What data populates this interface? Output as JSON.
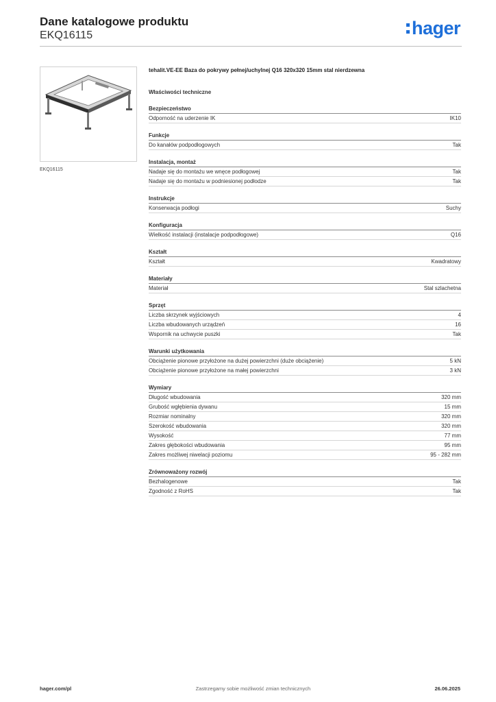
{
  "header": {
    "title": "Dane katalogowe produktu",
    "code": "EKQ16115",
    "logo_text": "hager",
    "brand_color": "#1e6fd9"
  },
  "product": {
    "image_caption": "EKQ16115",
    "title": "tehalit.VE-EE Baza do pokrywy pełnej/uchylnej Q16 320x320 15mm stal nierdzewna",
    "tech_heading": "Właściwości techniczne"
  },
  "sections": [
    {
      "title": "Bezpieczeństwo",
      "rows": [
        {
          "label": "Odporność na uderzenie IK",
          "value": "IK10"
        }
      ]
    },
    {
      "title": "Funkcje",
      "rows": [
        {
          "label": "Do kanałów podpodłogowych",
          "value": "Tak"
        }
      ]
    },
    {
      "title": "Instalacja, montaż",
      "rows": [
        {
          "label": "Nadaje się do montażu we wnęce podłogowej",
          "value": "Tak"
        },
        {
          "label": "Nadaje się do montażu w podniesionej podłodze",
          "value": "Tak"
        }
      ]
    },
    {
      "title": "Instrukcje",
      "rows": [
        {
          "label": "Konserwacja podłogi",
          "value": "Suchy"
        }
      ]
    },
    {
      "title": "Konfiguracja",
      "rows": [
        {
          "label": "Wielkość instalacji (instalacje podpodłogowe)",
          "value": "Q16"
        }
      ]
    },
    {
      "title": "Kształt",
      "rows": [
        {
          "label": "Kształt",
          "value": "Kwadratowy"
        }
      ]
    },
    {
      "title": "Materiały",
      "rows": [
        {
          "label": "Materiał",
          "value": "Stal szlachetna"
        }
      ]
    },
    {
      "title": "Sprzęt",
      "rows": [
        {
          "label": "Liczba skrzynek wyjściowych",
          "value": "4"
        },
        {
          "label": "Liczba wbudowanych urządzeń",
          "value": "16"
        },
        {
          "label": "Wspornik na uchwycie puszki",
          "value": "Tak"
        }
      ]
    },
    {
      "title": "Warunki użytkowania",
      "rows": [
        {
          "label": "Obciążenie pionowe przyłożone na dużej powierzchni (duże obciążenie)",
          "value": "5 kN"
        },
        {
          "label": "Obciążenie pionowe przyłożone na małej powierzchni",
          "value": "3 kN"
        }
      ]
    },
    {
      "title": "Wymiary",
      "rows": [
        {
          "label": "Długość wbudowania",
          "value": "320 mm"
        },
        {
          "label": "Grubość wgłębienia dywanu",
          "value": "15 mm"
        },
        {
          "label": "Rozmiar nominalny",
          "value": "320 mm"
        },
        {
          "label": "Szerokość wbudowania",
          "value": "320 mm"
        },
        {
          "label": "Wysokość",
          "value": "77 mm"
        },
        {
          "label": "Zakres głębokości wbudowania",
          "value": "95 mm"
        },
        {
          "label": "Zakres możliwej niwelacji poziomu",
          "value": "95 - 282 mm"
        }
      ]
    },
    {
      "title": "Zrównoważony rozwój",
      "rows": [
        {
          "label": "Bezhalogenowe",
          "value": "Tak"
        },
        {
          "label": "Zgodność z RoHS",
          "value": "Tak"
        }
      ]
    }
  ],
  "footer": {
    "site": "hager.com/pl",
    "note": "Zastrzegamy sobie możliwość zmian technicznych",
    "date": "26.06.2025"
  }
}
